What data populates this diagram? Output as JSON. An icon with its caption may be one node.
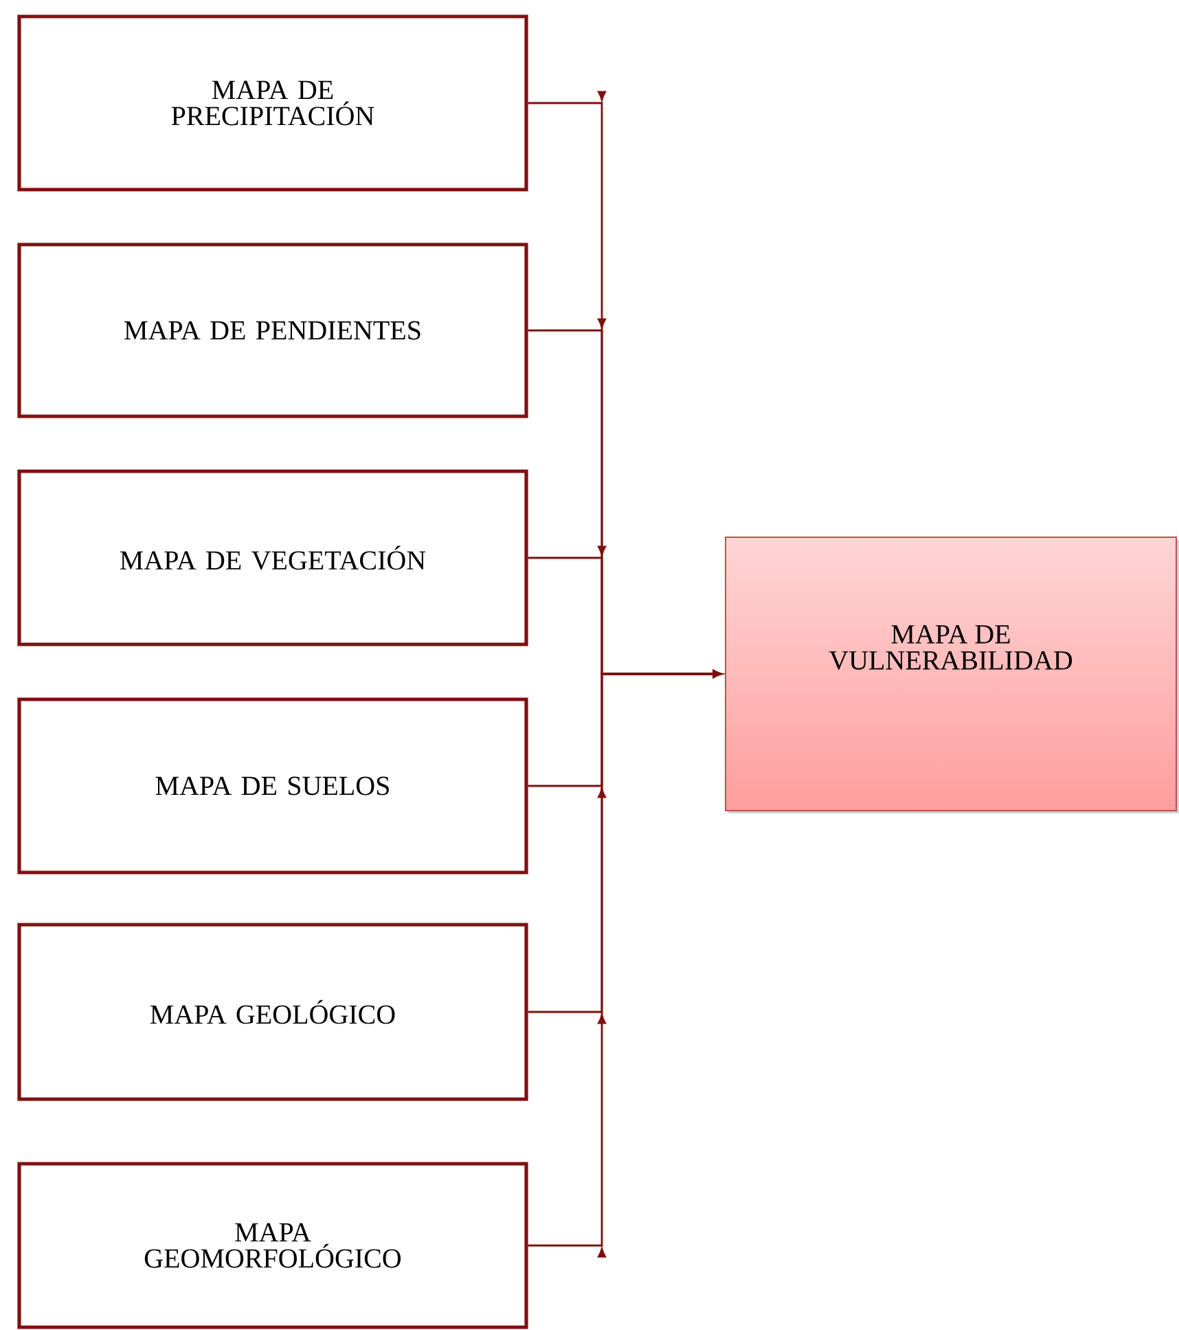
{
  "diagram": {
    "nodes": [
      {
        "text": [
          "MAPA DE PRECIPITACIÓN"
        ]
      },
      {
        "text": [
          "MAPA DE PENDIENTES"
        ]
      },
      {
        "text": [
          "MAPA DE VEGETACIÓN"
        ]
      },
      {
        "text": [
          "MAPA DE SUELOS"
        ]
      },
      {
        "text": [
          "MAPA GEOLÓGICO"
        ]
      },
      {
        "text": [
          "MAPA GEOMORFOLÓGICO"
        ]
      },
      {
        "text": [
          "MAPA DE VULNERABILIDAD"
        ]
      }
    ],
    "edges": [
      {
        "from": 0,
        "to": 6,
        "arrow": "to"
      },
      {
        "from": 1,
        "to": 6,
        "arrow": "to"
      },
      {
        "from": 2,
        "to": 6,
        "arrow": "to"
      },
      {
        "from": 3,
        "to": 6,
        "arrow": "to"
      },
      {
        "from": 4,
        "to": 6,
        "arrow": "to"
      },
      {
        "from": 5,
        "to": 6,
        "arrow": "to"
      }
    ]
  }
}
